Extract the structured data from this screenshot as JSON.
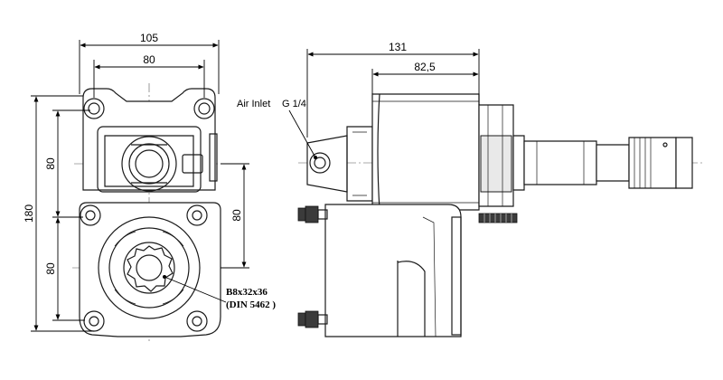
{
  "dimensions": {
    "width_overall": "105",
    "width_inner": "80",
    "height_overall": "180",
    "height_upper": "80",
    "height_lower": "80",
    "height_right": "80",
    "length_overall": "131",
    "length_partial": "82,5"
  },
  "labels": {
    "air_inlet": "Air Inlet",
    "thread": "G 1/4",
    "spline": "B8x32x36",
    "standard": "(DIN 5462 )"
  }
}
